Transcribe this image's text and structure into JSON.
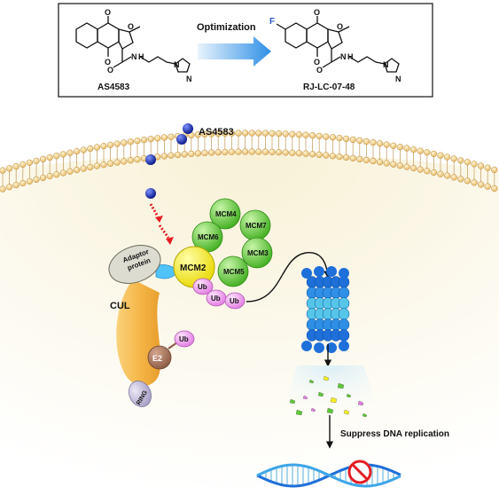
{
  "top_box": {
    "optimization_label": "Optimization",
    "compound_left": "AS4583",
    "compound_right": "RJ-LC-07-48",
    "atom_O": "O",
    "atom_N": "N",
    "atom_NH": "H",
    "atom_F": "F"
  },
  "membrane": {
    "drug_label": "AS4583"
  },
  "complex": {
    "adaptor_line1": "Adaptor",
    "adaptor_line2": "protein",
    "cul": "CUL",
    "e2": "E2",
    "ring": "RING",
    "ub": "Ub"
  },
  "mcm": {
    "mcm2": "MCM2",
    "mcm4": "MCM4",
    "mcm6": "MCM6",
    "mcm7": "MCM7",
    "mcm3": "MCM3",
    "mcm5": "MCM5"
  },
  "outcome": {
    "suppress_text": "Suppress DNA replication"
  },
  "colors": {
    "arrow_blue": "#2f8fe6",
    "mcm_green": "#5cc736",
    "mcm2_yellow": "#f5ee1a",
    "ub_pink": "#f2a9f2",
    "cul_orange": "#f6b84a",
    "e2_brown": "#a8735a",
    "ring_lavender": "#c9c2dc",
    "drug_navy": "#1c2fb0",
    "cell_fill": "#fbf7e6",
    "block_red": "#e31e24"
  }
}
